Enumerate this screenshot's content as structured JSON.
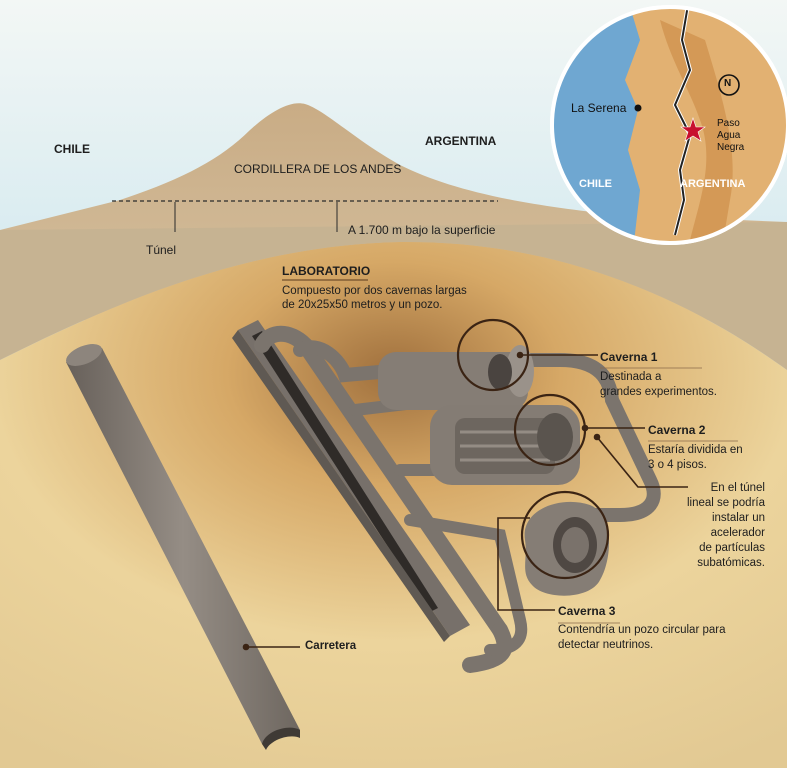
{
  "surface": {
    "country_left": "CHILE",
    "country_right": "ARGENTINA",
    "mountain": "CORDILLERA DE LOS ANDES",
    "depth_note": "A 1.700 m bajo la superficie",
    "tunnel": "Túnel"
  },
  "laboratory": {
    "title": "LABORATORIO",
    "description_line1": "Compuesto por dos cavernas largas",
    "description_line2": "de 20x25x50 metros y un pozo."
  },
  "caverns": [
    {
      "title": "Caverna 1",
      "description": "Destinada a\ngrandes experimentos."
    },
    {
      "title": "Caverna 2",
      "description": "Estaría dividida en\n3 o 4 pisos."
    },
    {
      "title": "Caverna 3",
      "description": "Contendría un pozo circular para\ndetectar neutrinos."
    }
  ],
  "linear_tunnel_note": "En el túnel\nlineal se podría\ninstalar un\nacelerador\nde partículas\nsubatómicas.",
  "road": "Carretera",
  "locator_map": {
    "city": "La Serena",
    "pass_line1": "Paso",
    "pass_line2": "Agua",
    "pass_line3": "Negra",
    "country_left": "CHILE",
    "country_right": "ARGENTINA",
    "compass": "N"
  },
  "colors": {
    "sky": "#d8ecf2",
    "mountain": "#cbb391",
    "ground": "#e3c88e",
    "structure": "#7d766e",
    "sea": "#6fa7d1",
    "land": "#e2b172",
    "marker": "#c8102e"
  }
}
